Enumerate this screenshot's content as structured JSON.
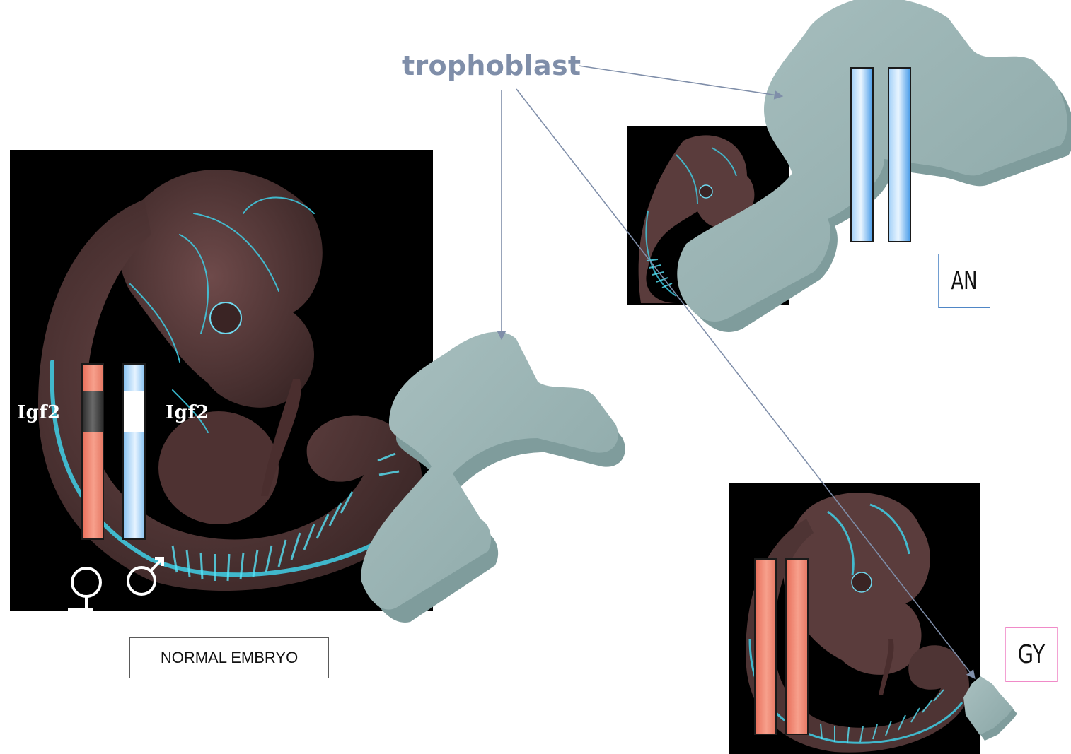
{
  "diagram": {
    "title_label": "trophoblast",
    "normal_panel": {
      "caption": "NORMAL EMBRYO",
      "maternal_gene_label": "Igf2",
      "paternal_gene_label": "Igf2",
      "maternal_symbol": "female-symbol",
      "paternal_symbol": "male-symbol"
    },
    "androgenote_panel": {
      "caption": "AN"
    },
    "gynogenote_panel": {
      "caption": "GY"
    }
  },
  "colors": {
    "trophoblast_fill": "#9eb6b6",
    "maternal_chromosome": "#f49380",
    "paternal_chromosome": "#a9d4f7",
    "imprinted_silenced_band": "#4a4a4a",
    "expressed_band": "#ffffff",
    "arrow": "#7f8ea9",
    "an_border": "#4f86c6",
    "gy_border": "#f08ac8",
    "embryo_tissue": "#5a3a3a",
    "embryo_highlight": "#3fd0e8"
  }
}
